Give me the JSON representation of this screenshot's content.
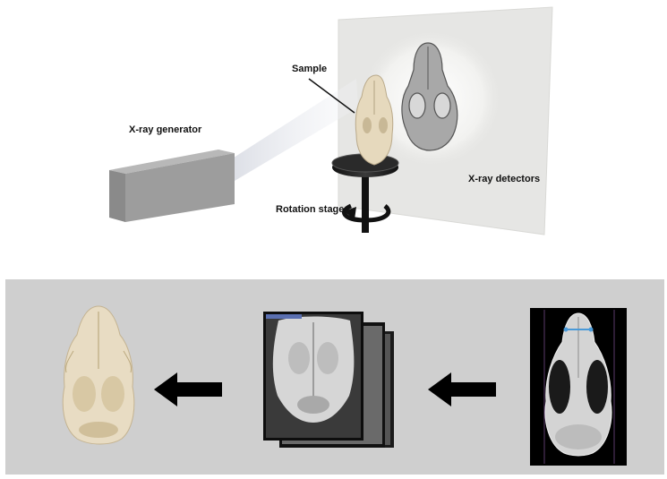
{
  "labels": {
    "sample": "Sample",
    "generator": "X-ray generator",
    "stage": "Rotation stage",
    "detectors": "X-ray detectors"
  },
  "colors": {
    "panel_bg": "#cfcfcf",
    "arrow": "#000000",
    "detector": "#e6e6e4",
    "generator": "#9a9a9a",
    "bone": "#e8dcc3"
  }
}
